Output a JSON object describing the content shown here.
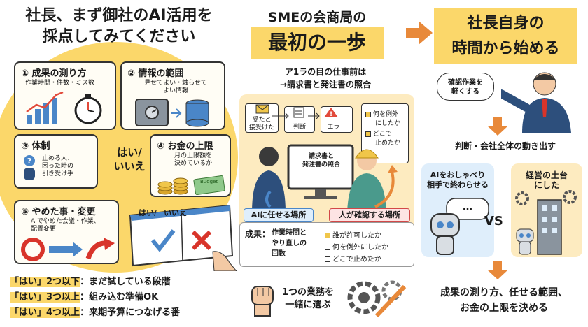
{
  "left": {
    "title_line1": "社長、まず御社のAI活用を",
    "title_line2": "採点してみてください",
    "cards": [
      {
        "num": "①",
        "title": "成果の測り方",
        "sub": "作業時間・件数・ミス数"
      },
      {
        "num": "②",
        "title": "情報の範囲",
        "sub_line1": "見せてよい・触らせて",
        "sub_line2": "よい情報"
      },
      {
        "num": "③",
        "title": "体制",
        "sub_line1": "止める人、",
        "sub_line2": "困った時の",
        "sub_line3": "引き受け手"
      },
      {
        "num": "④",
        "title": "お金の上限",
        "sub_line1": "月の上限額を",
        "sub_line2": "決めているか",
        "bill_label": "Budget"
      },
      {
        "num": "⑤",
        "title": "やめた事・変更",
        "sub_line1": "AIでやめた会議・作業、",
        "sub_line2": "配置変更"
      }
    ],
    "yes_no_line1": "はい/",
    "yes_no_line2": "いいえ",
    "book_yes": "はい",
    "book_no": "いいえ",
    "book_sep": "/",
    "scores": [
      {
        "key": "「はい」2つ以下",
        "value": "まだ試している段階"
      },
      {
        "key": "「はい」3つ以上",
        "value": "組み込む準備OK"
      },
      {
        "key": "「はい」4つ以上",
        "value": "来期予算につなげる番"
      }
    ]
  },
  "middle": {
    "title_line1": "SMEの会商局の",
    "title_line2": "最初の一歩",
    "text_line1": "ア1ラの目の仕事前は",
    "text_line2": "→請求書と発注書の照合",
    "flow": [
      {
        "line1": "受たと",
        "line2": "接受けた"
      },
      {
        "line1": "判断",
        "line2": ""
      },
      {
        "line1": "エラー",
        "line2": ""
      }
    ],
    "checks": [
      {
        "line1": "何を例外",
        "line2": "にしたか"
      },
      {
        "line1": "どこで",
        "line2": "止めたか"
      }
    ],
    "monitor_line1": "請求書と",
    "monitor_line2": "発注書の照合",
    "ai_label": "AIに任せる場所",
    "human_label": "人が確認する場所",
    "result_key": "成果：",
    "result_line1": "作業時間と",
    "result_line2": "やり直しの",
    "result_line3": "回数",
    "result_checks": [
      "誰が許可したか",
      "何を例外にしたか",
      "どこで止めたか"
    ],
    "bottom_line1": "1つの業務を",
    "bottom_line2": "一緒に選ぶ"
  },
  "right": {
    "title_line1": "社長自身の",
    "title_line2": "時間から始める",
    "bubble_line1": "確認作業を",
    "bubble_line2": "軽くする",
    "mid_text": "判断・会社全体の動き出す",
    "cmp_left_line1": "AIをおしゃべり",
    "cmp_left_line2": "相手で終わらせる",
    "cmp_dots": "…",
    "vs": "VS",
    "cmp_right_line1": "経営の土台",
    "cmp_right_line2": "にした",
    "bottom_line1": "成果の測り方、任せる範囲、",
    "bottom_line2": "お金の上限を決める"
  }
}
